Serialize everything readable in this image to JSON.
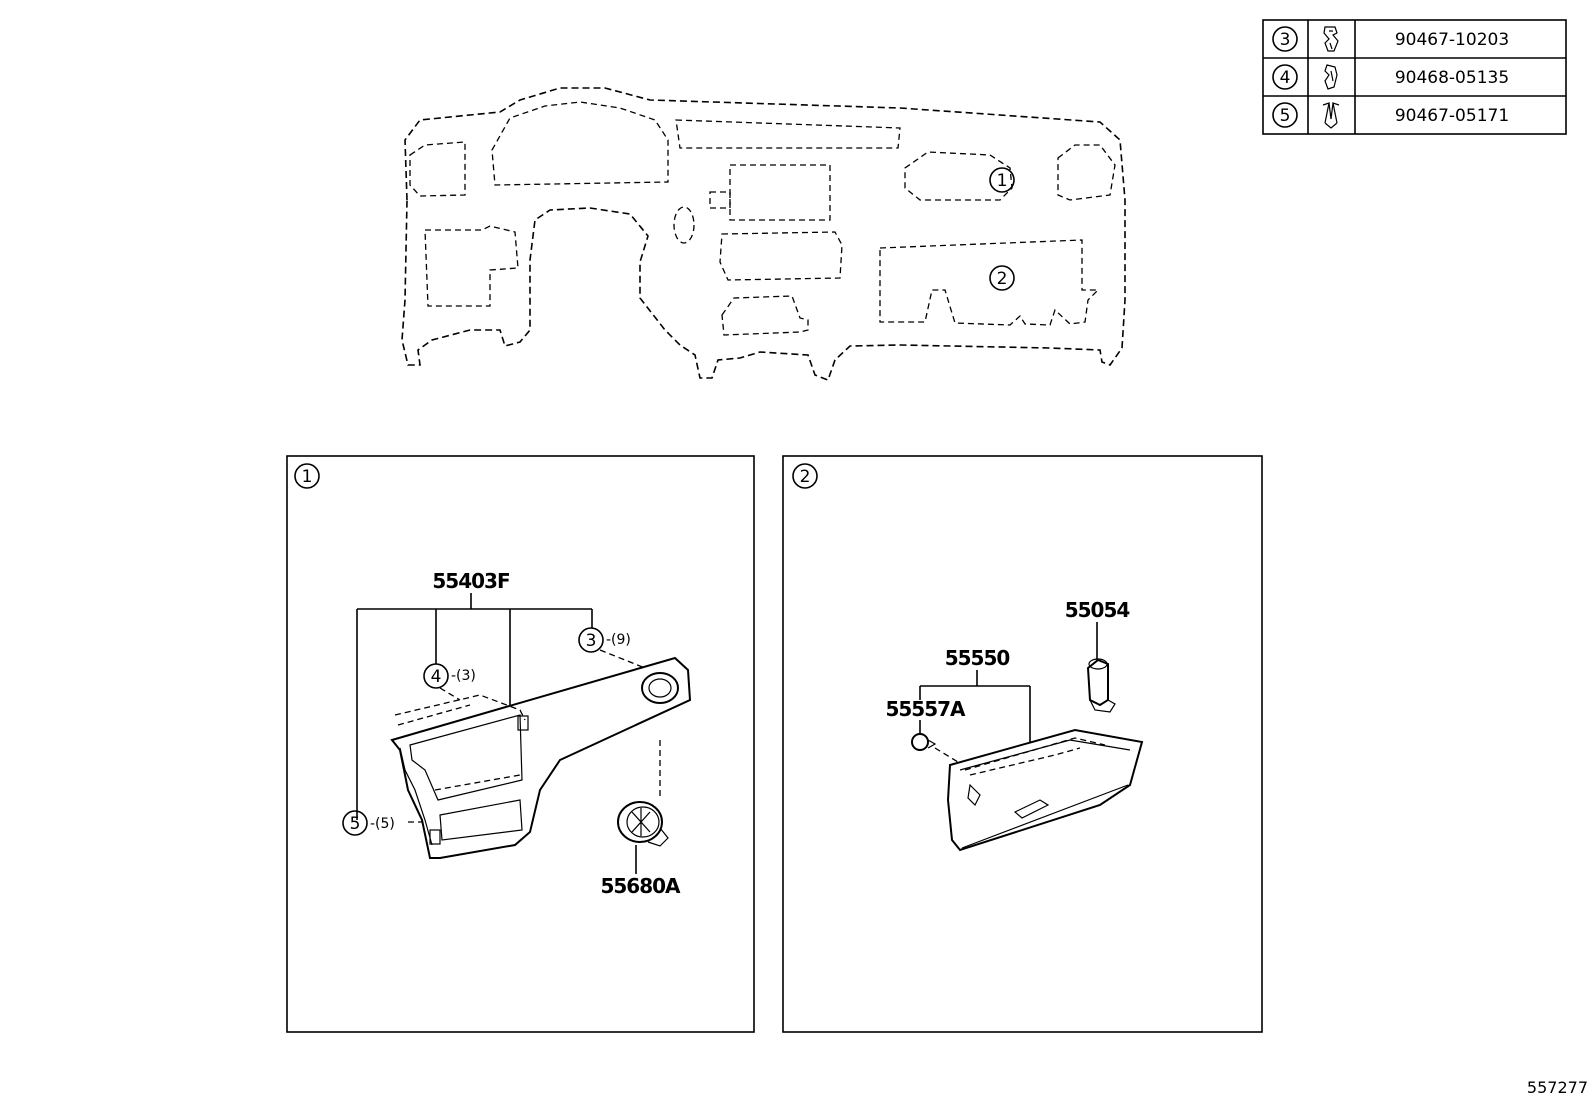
{
  "parts_table": {
    "rows": [
      {
        "ref": "③",
        "part_number": "90467-10203",
        "icon": "clip-icon"
      },
      {
        "ref": "④",
        "part_number": "90468-05135",
        "icon": "clip-icon"
      },
      {
        "ref": "⑤",
        "part_number": "90467-05171",
        "icon": "clip-icon"
      }
    ]
  },
  "overview": {
    "marker_1": "①",
    "marker_2": "②"
  },
  "panel_1": {
    "label": "①",
    "parts": {
      "main_panel": "55403F",
      "clip_3_ref": "③",
      "clip_3_qty": "-(9)",
      "clip_4_ref": "④",
      "clip_4_qty": "-(3)",
      "clip_5_ref": "⑤",
      "clip_5_qty": "-(5)",
      "vent": "55680A"
    }
  },
  "panel_2": {
    "label": "②",
    "parts": {
      "glove_box": "55550",
      "bumper": "55557A",
      "damper": "55054"
    }
  },
  "diagram_id": "557277"
}
